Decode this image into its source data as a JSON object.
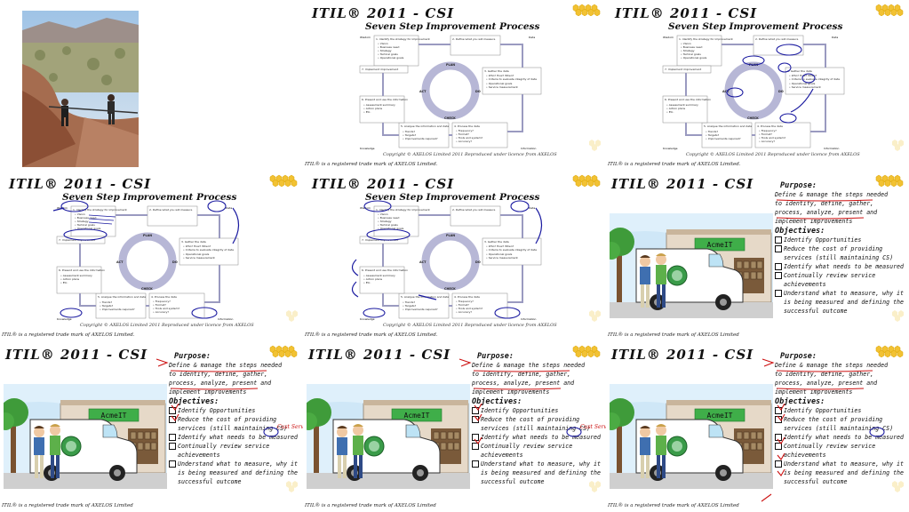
{
  "colors": {
    "ink": "#111111",
    "annotation_red": "#cc1111",
    "annotation_blue": "#1a1aa0",
    "cycle_fill": "#b7b7d6",
    "van": "#ffffff",
    "building": "#e6d9c8",
    "sign_green": "#3fae49",
    "honey": "#f2c233"
  },
  "slide": {
    "title": "ITIL® 2011 - CSI",
    "diagram_title": "Seven Step Improvement Process",
    "copyright": "Copyright © AXELOS Limited 2011 Reproduced under licence from AXELOS",
    "footer_itil": "ITIL® is a registered trade mark of AXELOS Limited.",
    "footer_axelos": "ITIL® is a registered trade mark of AXELOS Limited",
    "sign": "AcmeIT"
  },
  "diagram": {
    "corners": {
      "wisdom": "Wisdom",
      "data": "Data",
      "knowledge": "Knowledge",
      "information": "Information"
    },
    "cycle": {
      "plan": "PLAN",
      "do": "DO",
      "check": "CHECK",
      "act": "ACT"
    },
    "step1": {
      "title": "1. Identify the strategy for improvement",
      "items": [
        "• Vision",
        "• Business need",
        "• Strategy",
        "• Tactical goals",
        "• Operational goals"
      ]
    },
    "step2": {
      "title": "2. Define what you will measure"
    },
    "step3": {
      "title": "3. Gather the data",
      "items": [
        "• Who? How? When?",
        "• Criteria to evaluate integrity of data",
        "• Operational goals",
        "• Service measurement"
      ]
    },
    "step4": {
      "title": "4. Process the data",
      "items": [
        "• Frequency?",
        "• Format?",
        "• Tools and system?",
        "• Accuracy?"
      ]
    },
    "step5": {
      "title": "5. Analyse the information and data",
      "items": [
        "• Trends?",
        "• Targets?",
        "• Improvements required?"
      ]
    },
    "step6": {
      "title": "6. Present and use the information",
      "items": [
        "• Assessment summary",
        "• Action plans",
        "• Etc."
      ]
    },
    "step7": {
      "title": "7. Implement improvement"
    }
  },
  "purpose": {
    "heading": "Purpose:",
    "line1": "Define & manage the steps needed",
    "line2": "to identify, define, gather,",
    "line3": "process, analyze, present and",
    "line4": "implement improvements",
    "objectives_heading": "Objectives:",
    "objectives": [
      "Identify Opportunities",
      "Reduce the cost of providing services (still maintaining CS)",
      "Identify what needs to be measured",
      "Continually review service achievements",
      "Understand what to measure, why it is being measured and defining the successful outcome"
    ],
    "annotation_cust_service": "Cust Service"
  }
}
